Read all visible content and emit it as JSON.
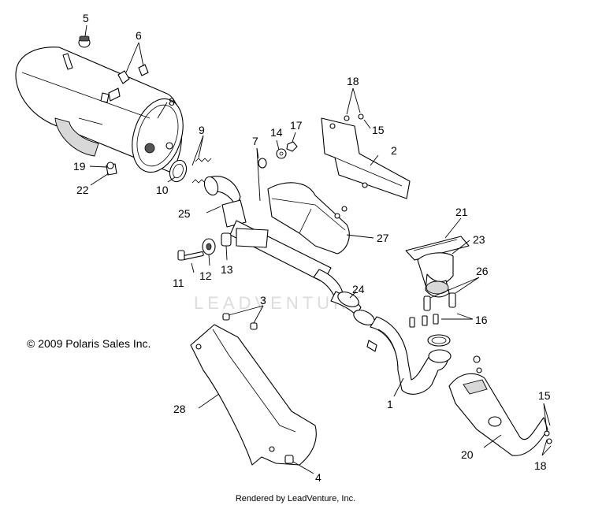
{
  "copyright": "© 2009 Polaris Sales Inc.",
  "footer": "Rendered by LeadVenture, Inc.",
  "watermark": "LEADVENTURE",
  "callouts": [
    {
      "id": "c5",
      "label": "5"
    },
    {
      "id": "c6",
      "label": "6"
    },
    {
      "id": "c8",
      "label": "8"
    },
    {
      "id": "c9",
      "label": "9"
    },
    {
      "id": "c10",
      "label": "10"
    },
    {
      "id": "c19",
      "label": "19"
    },
    {
      "id": "c22",
      "label": "22"
    },
    {
      "id": "c7",
      "label": "7"
    },
    {
      "id": "c14",
      "label": "14"
    },
    {
      "id": "c17",
      "label": "17"
    },
    {
      "id": "c18a",
      "label": "18"
    },
    {
      "id": "c15a",
      "label": "15"
    },
    {
      "id": "c2",
      "label": "2"
    },
    {
      "id": "c25",
      "label": "25"
    },
    {
      "id": "c27",
      "label": "27"
    },
    {
      "id": "c21",
      "label": "21"
    },
    {
      "id": "c23",
      "label": "23"
    },
    {
      "id": "c26",
      "label": "26"
    },
    {
      "id": "c11",
      "label": "11"
    },
    {
      "id": "c12",
      "label": "12"
    },
    {
      "id": "c13",
      "label": "13"
    },
    {
      "id": "c24",
      "label": "24"
    },
    {
      "id": "c3",
      "label": "3"
    },
    {
      "id": "c16",
      "label": "16"
    },
    {
      "id": "c1",
      "label": "1"
    },
    {
      "id": "c28",
      "label": "28"
    },
    {
      "id": "c15b",
      "label": "15"
    },
    {
      "id": "c20",
      "label": "20"
    },
    {
      "id": "c18b",
      "label": "18"
    },
    {
      "id": "c4",
      "label": "4"
    }
  ]
}
